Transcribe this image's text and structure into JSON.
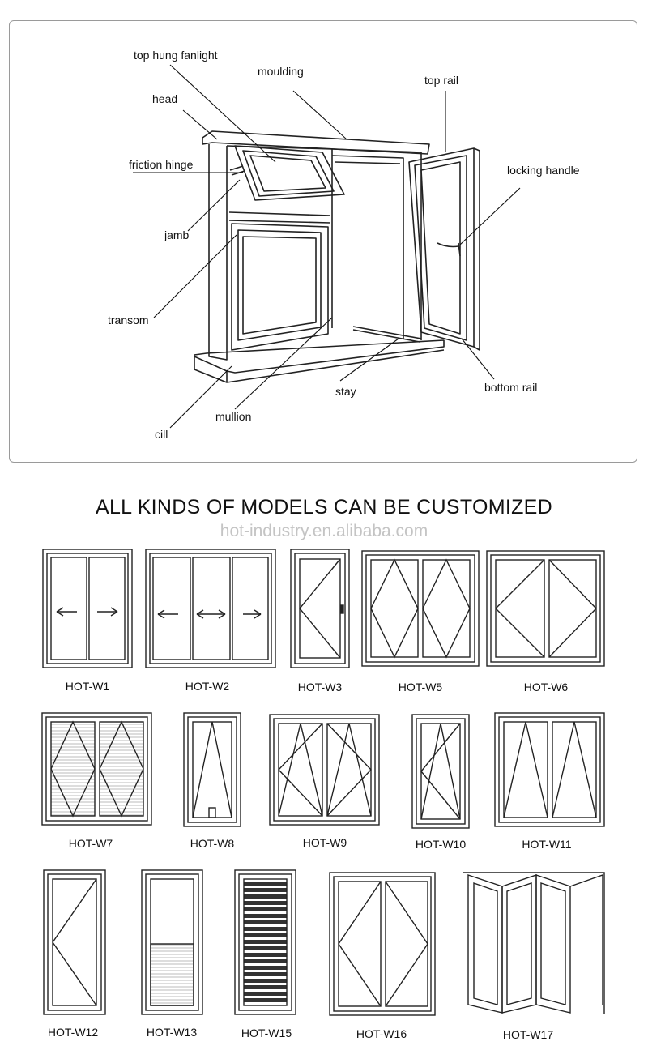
{
  "diagram": {
    "labels": {
      "top_hung_fanlight": "top hung fanlight",
      "moulding": "moulding",
      "top_rail": "top rail",
      "head": "head",
      "friction_hinge": "friction hinge",
      "locking_handle": "locking handle",
      "jamb": "jamb",
      "transom": "transom",
      "bottom_rail": "bottom rail",
      "stay": "stay",
      "mullion": "mullion",
      "cill": "cill"
    }
  },
  "headline": "ALL KINDS OF MODELS CAN BE CUSTOMIZED",
  "website": "hot-industry.en.alibaba.com",
  "models": [
    "HOT-W1",
    "HOT-W2",
    "HOT-W3",
    "HOT-W5",
    "HOT-W6",
    "HOT-W7",
    "HOT-W8",
    "HOT-W9",
    "HOT-W10",
    "HOT-W11",
    "HOT-W12",
    "HOT-W13",
    "HOT-W15",
    "HOT-W16",
    "HOT-W17"
  ]
}
